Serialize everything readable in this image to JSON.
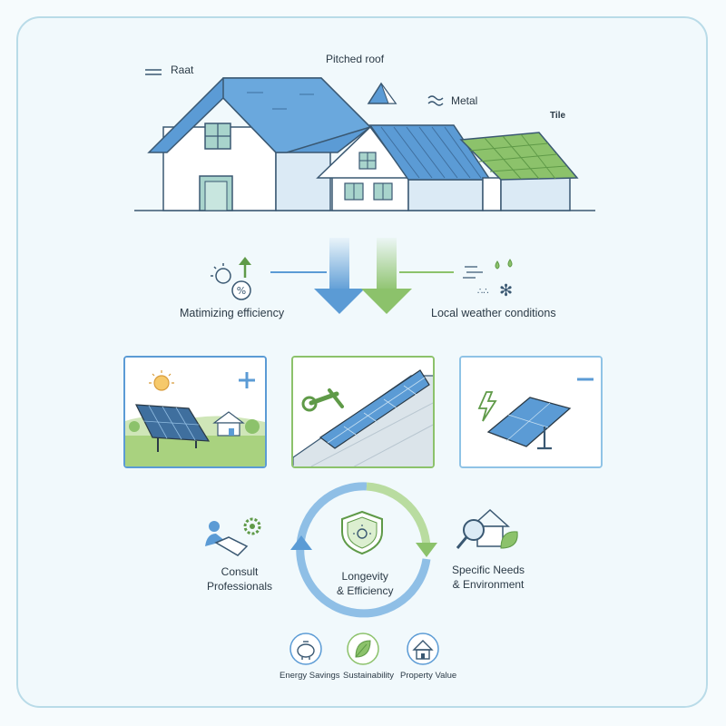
{
  "roofs": {
    "flat_label": "Raat",
    "pitched_label": "Pitched roof",
    "metal_label": "Metal",
    "tile_label": "Tile"
  },
  "factors": {
    "efficiency_label": "Matimizing efficiency",
    "weather_label": "Local weather conditions"
  },
  "panels": [
    {
      "name": "ground-mounted-solar-scene"
    },
    {
      "name": "roof-installation-scene"
    },
    {
      "name": "tracking-solar-panel-scene"
    }
  ],
  "cycle": {
    "left_label_line1": "Consult",
    "left_label_line2": "Professionals",
    "center_label_line1": "Longevity",
    "center_label_line2": "& Efficiency",
    "right_label_line1": "Specific Needs",
    "right_label_line2": "& Environment"
  },
  "benefits": [
    {
      "label": "Energy Savings",
      "icon": "piggy-bank-icon"
    },
    {
      "label": "Sustainability",
      "icon": "leaf-icon"
    },
    {
      "label": "Property Value",
      "icon": "house-dollar-icon"
    }
  ],
  "colors": {
    "blue": "#5b9bd5",
    "blue_dark": "#3f6f9e",
    "green": "#8cc26b",
    "green_dark": "#5f9a48",
    "outline": "#3a5872"
  }
}
